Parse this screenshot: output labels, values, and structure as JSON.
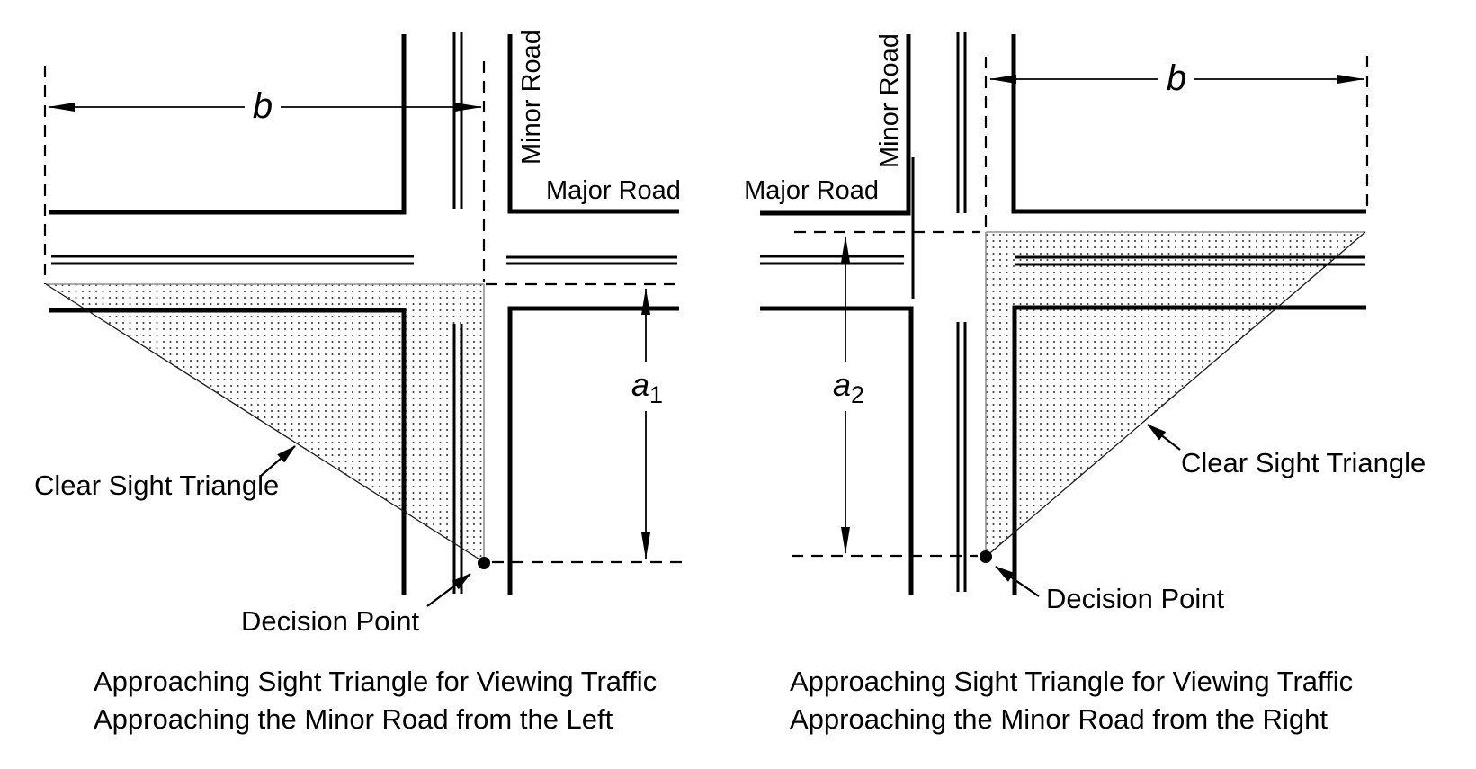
{
  "colors": {
    "background": "#ffffff",
    "line": "#000000",
    "triangle_edge": "#909090",
    "dot": "#333333"
  },
  "left": {
    "minor_road": "Minor Road",
    "major_road": "Major Road",
    "b_label": "b",
    "a_label": {
      "base": "a",
      "sub": "1"
    },
    "clear_sight_triangle": "Clear Sight Triangle",
    "decision_point": "Decision Point",
    "caption": {
      "line1": "Approaching Sight Triangle for Viewing Traffic",
      "line2": "Approaching the Minor Road from the Left"
    }
  },
  "right": {
    "minor_road": "Minor Road",
    "major_road": "Major Road",
    "b_label": "b",
    "a_label": {
      "base": "a",
      "sub": "2"
    },
    "clear_sight_triangle": "Clear Sight Triangle",
    "decision_point": "Decision Point",
    "caption": {
      "line1": "Approaching Sight Triangle for Viewing Traffic",
      "line2": "Approaching the Minor Road from the Right"
    }
  }
}
